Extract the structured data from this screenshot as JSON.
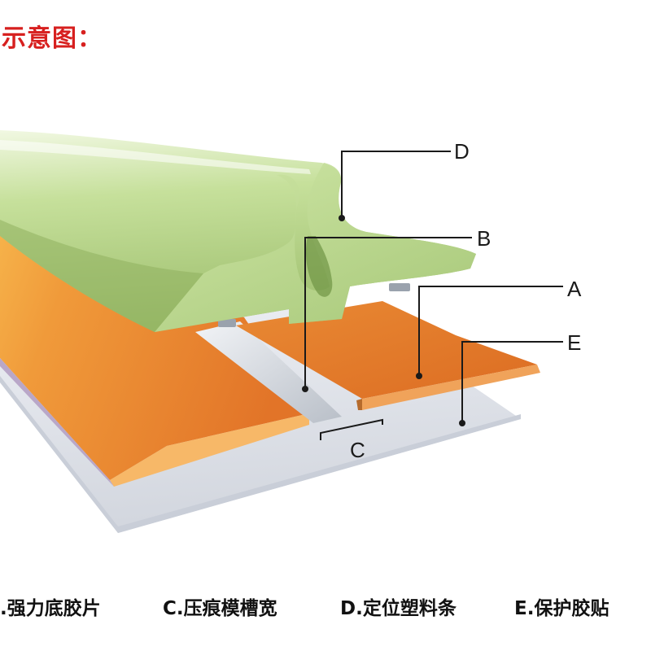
{
  "title": "示意图：",
  "callouts": {
    "D": "D",
    "B": "B",
    "A": "A",
    "E": "E",
    "C": "C"
  },
  "legend": {
    "item1": ".强力底胶片",
    "item2": "C.压痕模槽宽",
    "item3": "D.定位塑料条",
    "item4": "E.保护胶贴"
  },
  "colors": {
    "title": "#d7201f",
    "rib_green": "#b7d486",
    "base_orange": "#e07a26",
    "protect_film": "#dfe3ec",
    "steel": "#c5cad2"
  }
}
